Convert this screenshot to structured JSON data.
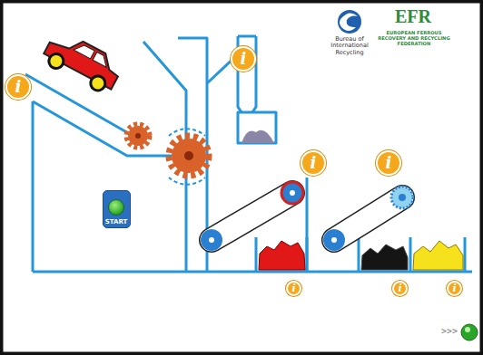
{
  "diagram": {
    "nodes": [
      {
        "text": [
          "i"
        ]
      },
      {
        "text": [
          "i"
        ]
      },
      {
        "text": [
          "i"
        ]
      },
      {
        "text": [
          "i"
        ]
      },
      {
        "text": [
          "START"
        ]
      },
      {
        "text": [
          "i"
        ]
      },
      {
        "text": [
          "i"
        ]
      },
      {
        "text": [
          "i"
        ]
      }
    ],
    "labels": [
      "Bureau of International Recycling",
      "EFR",
      "EUROPEAN FERROUS RECOVERY AND RECYCLING FEDERATION",
      ">>>"
    ]
  }
}
